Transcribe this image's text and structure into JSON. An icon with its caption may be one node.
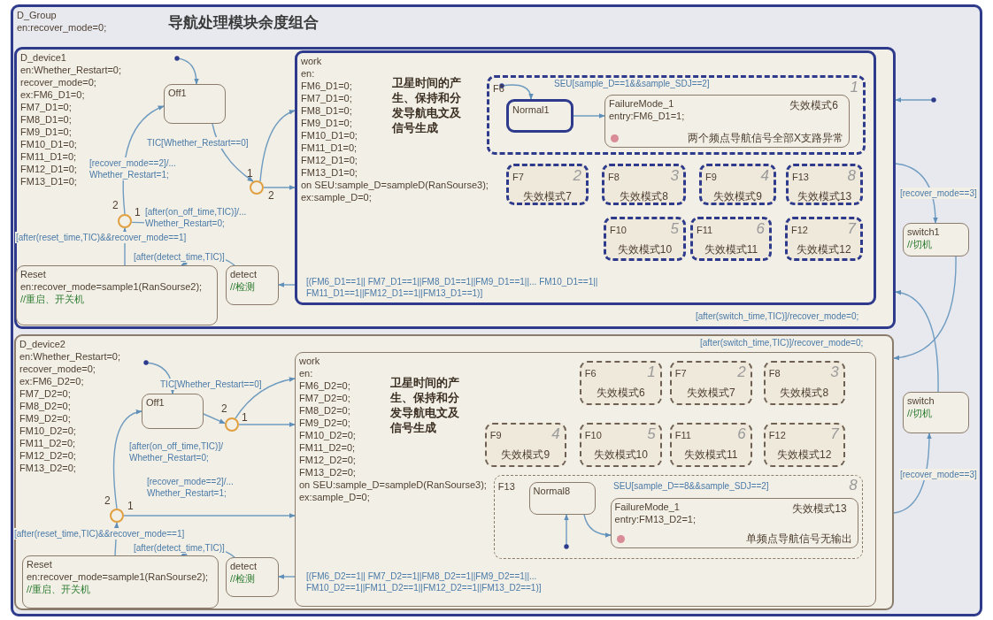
{
  "diagram": {
    "title": "导航处理模块余度组合",
    "nodes": [
      {
        "text": [
          "D_Group",
          "en:recover_mode=0;"
        ]
      },
      {
        "text": [
          "D_device1",
          "en:Whether_Restart=0; recover_mode=0; ex:FM6_D1=0; FM7_D1=0; FM8_D1=0; FM9_D1=0; FM10_D1=0; FM11_D1=0; FM12_D1=0; FM13_D1=0;"
        ],
        "in": 0
      },
      {
        "text": [
          "Off1"
        ],
        "in": 1
      },
      {
        "text": [],
        "shape": "circle",
        "in": 1,
        "beside": [
          "1",
          "2"
        ]
      },
      {
        "text": [],
        "shape": "circle",
        "in": 1,
        "beside": [
          "2",
          "1"
        ]
      },
      {
        "text": [
          "work",
          "en: FM6_D1=0; FM7_D1=0; FM8_D1=0; FM9_D1=0; FM10_D1=0; FM11_D1=0; FM12_D1=0; FM13_D1=0;",
          "on SEU:sample_D=sampleD(RanSourse3);",
          "ex:sample_D=0;",
          "卫星时间的产生、保持和分发导航电文及信号生成"
        ],
        "in": 1
      },
      {
        "text": [
          "F6",
          "1"
        ],
        "in": 5
      },
      {
        "text": [
          "Normal1"
        ],
        "in": 6
      },
      {
        "text": [
          "FailureMode_1",
          "entry:FM6_D1=1;",
          "失效模式6",
          "两个频点导航信号全部X支路异常"
        ],
        "in": 6
      },
      {
        "text": [
          "F7",
          "2",
          "失效模式7"
        ],
        "in": 5
      },
      {
        "text": [
          "F8",
          "3",
          "失效模式8"
        ],
        "in": 5
      },
      {
        "text": [
          "F9",
          "4",
          "失效模式9"
        ],
        "in": 5
      },
      {
        "text": [
          "F13",
          "8",
          "失效模式13"
        ],
        "in": 5
      },
      {
        "text": [
          "F10",
          "5",
          "失效模式10"
        ],
        "in": 5
      },
      {
        "text": [
          "F11",
          "6",
          "失效模式11"
        ],
        "in": 5
      },
      {
        "text": [
          "F12",
          "7",
          "失效模式12"
        ],
        "in": 5
      },
      {
        "text": [
          "detect",
          "//检测"
        ],
        "in": 1
      },
      {
        "text": [
          "Reset",
          "en:recover_mode=sample1(RanSourse2);",
          "//重启、开关机"
        ],
        "in": 1
      },
      {
        "text": [
          "switch1",
          "//切机"
        ],
        "in": 0
      },
      {
        "text": [
          "D_device2",
          "en:Whether_Restart=0; recover_mode=0; ex:FM6_D2=0; FM7_D2=0; FM8_D2=0; FM9_D2=0; FM10_D2=0; FM11_D2=0; FM12_D2=0; FM13_D2=0;"
        ],
        "in": 0
      },
      {
        "text": [
          "Off1"
        ],
        "in": 19
      },
      {
        "text": [],
        "shape": "circle",
        "in": 19,
        "beside": [
          "2",
          "1"
        ]
      },
      {
        "text": [],
        "shape": "circle",
        "in": 19,
        "beside": [
          "2",
          "1"
        ]
      },
      {
        "text": [
          "work",
          "en: FM6_D2=0; FM7_D2=0; FM8_D2=0; FM9_D2=0; FM10_D2=0; FM11_D2=0; FM12_D2=0; FM13_D2=0;",
          "on SEU:sample_D=sampleD(RanSourse3);",
          "ex:sample_D=0;",
          "卫星时间的产生、保持和分发导航电文及信号生成"
        ],
        "in": 19
      },
      {
        "text": [
          "F6",
          "1",
          "失效模式6"
        ],
        "in": 23
      },
      {
        "text": [
          "F7",
          "2",
          "失效模式7"
        ],
        "in": 23
      },
      {
        "text": [
          "F8",
          "3",
          "失效模式8"
        ],
        "in": 23
      },
      {
        "text": [
          "F9",
          "4",
          "失效模式9"
        ],
        "in": 23
      },
      {
        "text": [
          "F10",
          "5",
          "失效模式10"
        ],
        "in": 23
      },
      {
        "text": [
          "F11",
          "6",
          "失效模式11"
        ],
        "in": 23
      },
      {
        "text": [
          "F12",
          "7",
          "失效模式12"
        ],
        "in": 23
      },
      {
        "text": [
          "F13",
          "8"
        ],
        "in": 23
      },
      {
        "text": [
          "Normal8"
        ],
        "in": 31
      },
      {
        "text": [
          "FailureMode_1",
          "entry:FM13_D2=1;",
          "失效模式13",
          "单频点导航信号无输出"
        ],
        "in": 31
      },
      {
        "text": [
          "detect",
          "//检测"
        ],
        "in": 19
      },
      {
        "text": [
          "Reset",
          "en:recover_mode=sample1(RanSourse2);",
          "//重启、开关机"
        ],
        "in": 19
      },
      {
        "text": [
          "switch",
          "//切机"
        ],
        "in": 0
      }
    ],
    "edges": [
      {
        "from": null,
        "to": 1,
        "arrow": "to"
      },
      {
        "from": null,
        "to": 2,
        "arrow": "to"
      },
      {
        "from": 2,
        "to": 3,
        "arrow": "to",
        "label": "TIC[Whether_Restart==0]"
      },
      {
        "from": 3,
        "to": 5,
        "arrow": "to"
      },
      {
        "from": 3,
        "to": 5,
        "arrow": "to"
      },
      {
        "from": 4,
        "to": 5,
        "arrow": "to",
        "label": "[after(on_off_time,TIC)]/... Whether_Restart=0;"
      },
      {
        "from": 4,
        "to": 2,
        "arrow": "to",
        "label": "[recover_mode==2]/... Whether_Restart=1;"
      },
      {
        "from": 17,
        "to": 4,
        "arrow": "to",
        "label": "[after(reset_time,TIC)&&recover_mode==1]"
      },
      {
        "from": 5,
        "to": 16,
        "arrow": "to",
        "label": "[(FM6_D1==1|| FM7_D1==1||FM8_D1==1||FM9_D1==1||... FM10_D1==1|| FM11_D1==1||FM12_D1==1||FM13_D1==1)]"
      },
      {
        "from": 16,
        "to": 17,
        "arrow": "to",
        "label": "[after(detect_time,TIC)]"
      },
      {
        "from": null,
        "to": 7,
        "arrow": "to"
      },
      {
        "from": 7,
        "to": 8,
        "arrow": "to",
        "label": "SEU[sample_D==1&&sample_SDJ==2]"
      },
      {
        "from": 1,
        "to": 18,
        "arrow": "to",
        "label": "[recover_mode==3]"
      },
      {
        "from": 18,
        "to": 19,
        "arrow": "to",
        "label": "[after(switch_time,TIC)]/recover_mode=0;"
      },
      {
        "from": 36,
        "to": 1,
        "arrow": "to",
        "label": "[after(switch_time,TIC)]/recover_mode=0;"
      },
      {
        "from": 19,
        "to": 36,
        "arrow": "to",
        "label": "[recover_mode==3]"
      },
      {
        "from": null,
        "to": 20,
        "arrow": "to"
      },
      {
        "from": 20,
        "to": 21,
        "arrow": "to",
        "label": "[after(on_off_time,TIC)]/ Whether_Restart=0;"
      },
      {
        "from": 21,
        "to": 23,
        "arrow": "to",
        "label": "TIC[Whether_Restart==0]"
      },
      {
        "from": 21,
        "to": 23,
        "arrow": "to"
      },
      {
        "from": 22,
        "to": 23,
        "arrow": "to"
      },
      {
        "from": 22,
        "to": 20,
        "arrow": "to",
        "label": "[recover_mode==2]/... Whether_Restart=1;"
      },
      {
        "from": 35,
        "to": 22,
        "arrow": "to",
        "label": "[after(reset_time,TIC)&&recover_mode==1]"
      },
      {
        "from": 23,
        "to": 34,
        "arrow": "to",
        "label": "[(FM6_D2==1|| FM7_D2==1||FM8_D2==1||FM9_D2==1||... FM10_D2==1||FM11_D2==1||FM12_D2==1||FM13_D2==1)]"
      },
      {
        "from": 34,
        "to": 35,
        "arrow": "to",
        "label": "[after(detect_time,TIC)]"
      },
      {
        "from": null,
        "to": 32,
        "arrow": "to"
      },
      {
        "from": 32,
        "to": 33,
        "arrow": "to",
        "label": "SEU[sample_D==8&&sample_SDJ==2]"
      }
    ]
  }
}
